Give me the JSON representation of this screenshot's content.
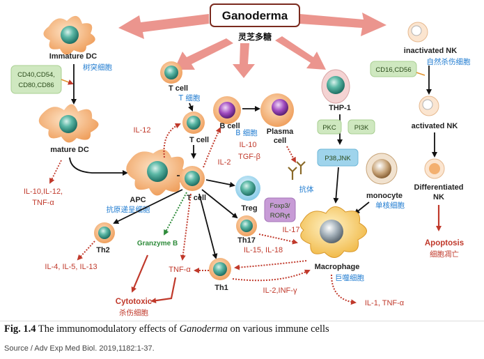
{
  "title": {
    "en": "Ganoderma",
    "cn": "灵芝多糖"
  },
  "cells": {
    "immature_dc": {
      "en": "Immature DC",
      "cn": "树突细胞"
    },
    "mature_dc": {
      "en": "mature DC"
    },
    "apc": {
      "en": "APC",
      "cn": "抗原递呈细胞"
    },
    "t_cell_top": {
      "en": "T cell",
      "cn": "T 细胞"
    },
    "t_cell_mid": {
      "en": "T cell"
    },
    "t_cell_center": {
      "en": "T cell"
    },
    "b_cell": {
      "en": "B cell",
      "cn": "B 细胞"
    },
    "plasma_cell": {
      "en": "Plasma\ncell"
    },
    "treg": {
      "en": "Treg"
    },
    "th17": {
      "en": "Th17"
    },
    "th2": {
      "en": "Th2"
    },
    "th1": {
      "en": "Th1"
    },
    "thp1": {
      "en": "THP-1"
    },
    "monocyte": {
      "en": "monocyte",
      "cn": "单核细胞"
    },
    "macrophage": {
      "en": "Macrophage",
      "cn": "巨噬细胞"
    },
    "inactivated_nk": {
      "en": "inactivated NK",
      "cn": "自然杀伤细胞"
    },
    "activated_nk": {
      "en": "activated NK"
    },
    "differentiated_nk": {
      "en": "Differentiated\nNK"
    }
  },
  "boxes": {
    "dc_markers": [
      "CD40,CD54,",
      "CD80,CD86"
    ],
    "nk_markers": "CD16,CD56",
    "pkc": "PKC",
    "pi3k": "PI3K",
    "p38": "P38,JNK",
    "foxp3": [
      "Foxp3/",
      "RORγt"
    ]
  },
  "cytokines": {
    "il12": "IL-12",
    "dc_out": [
      "IL-10,IL-12,",
      "TNF-α"
    ],
    "il2": "IL-2",
    "il10_tgf": [
      "IL-10",
      "TGF-β"
    ],
    "antibody": "抗体",
    "th2_out": "IL-4, IL-5, IL-13",
    "granzyme": "Granzyme B",
    "il17": "IL-17",
    "th17_out": "IL-15, IL-18",
    "tnf": "TNF-α",
    "il2_inf": "IL-2,INF-γ",
    "mac_out": "IL-1, TNF-α"
  },
  "outcomes": {
    "cytotoxic": {
      "en": "Cytotoxic",
      "cn": "杀伤细胞"
    },
    "apoptosis": {
      "en": "Apoptosis",
      "cn": "细胞凋亡"
    }
  },
  "caption": {
    "fig": "Fig. 1.4",
    "text_before": "The immunomodulatory effects of ",
    "italic": "Ganoderma",
    "text_after": " on various immune cells"
  },
  "source": "Source / Adv Exp Med Biol. 2019,1182:1-37.",
  "colors": {
    "arrow_big": "#e8837a",
    "red": "#c0392b",
    "cn_blue": "#1f7bd0",
    "green_box": "#cfe8c0",
    "blue_box": "#9fd4ec",
    "purple_box": "#c79bd6",
    "cell_orange": "#f2b07a",
    "nucleus_teal": "#3a9a8a"
  }
}
